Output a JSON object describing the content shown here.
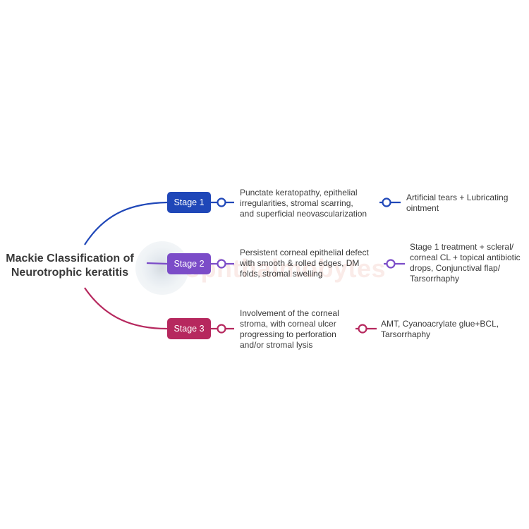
{
  "root": {
    "title_lines": [
      "Mackie Classification of",
      "Neurotrophic keratitis"
    ]
  },
  "watermark": {
    "text": "ophthalmobytes"
  },
  "stages": [
    {
      "label": "Stage 1",
      "color": "#1f47b8",
      "description_lines": [
        "Punctate keratopathy, epithelial",
        "irregularities, stromal scarring,",
        "and superficial neovascularization"
      ],
      "treatment_lines": [
        "Artificial tears + Lubricating",
        "ointment"
      ]
    },
    {
      "label": "Stage 2",
      "color": "#7b4cc8",
      "description_lines": [
        "Persistent corneal epithelial defect",
        "with smooth & rolled edges, DM",
        "folds, stromal swelling"
      ],
      "treatment_lines": [
        "Stage 1 treatment + scleral/",
        "corneal CL + topical antibiotic",
        "drops, Conjunctival flap/",
        "Tarsorrhaphy"
      ]
    },
    {
      "label": "Stage 3",
      "color": "#b6285e",
      "description_lines": [
        "Involvement of the corneal",
        "stroma, with corneal ulcer",
        "progressing to perforation",
        "and/or stromal lysis"
      ],
      "treatment_lines": [
        "AMT, Cyanoacrylate glue+BCL,",
        "Tarsorrhaphy"
      ]
    }
  ]
}
